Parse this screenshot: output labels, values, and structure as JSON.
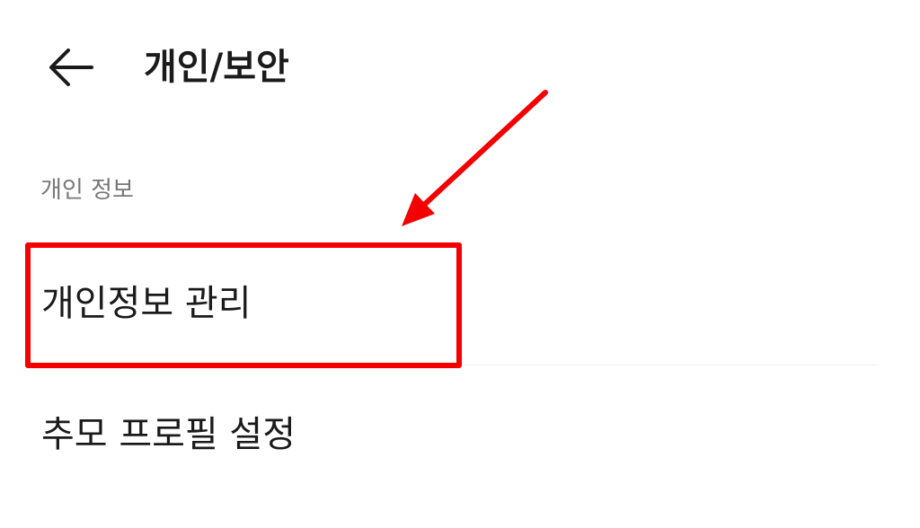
{
  "header": {
    "title": "개인/보안",
    "back_icon": "arrow-left-icon"
  },
  "section": {
    "label": "개인 정보"
  },
  "items": [
    {
      "label": "개인정보 관리"
    },
    {
      "label": "추모 프로필 설정"
    }
  ],
  "annotation": {
    "color": "#f50000"
  }
}
